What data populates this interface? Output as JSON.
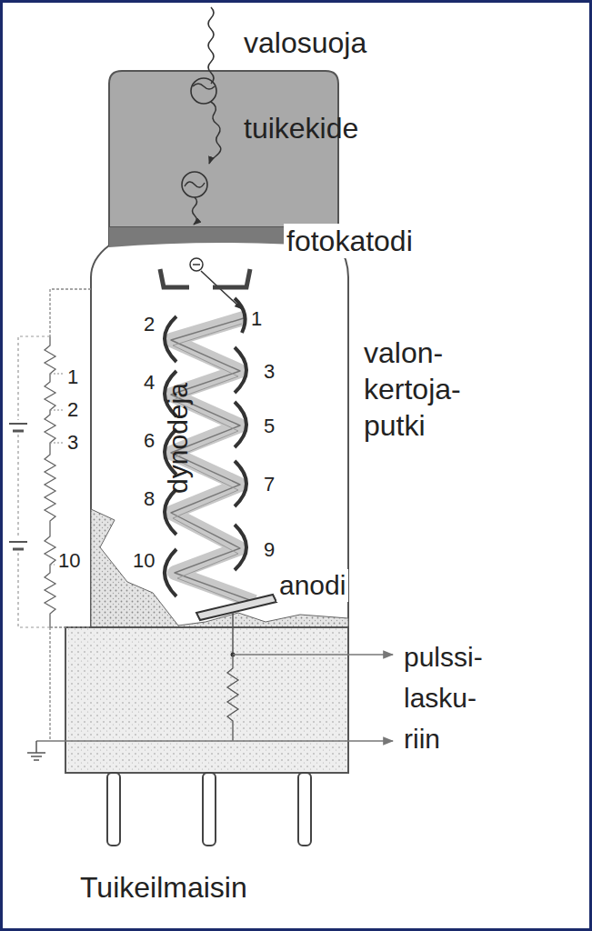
{
  "diagram": {
    "caption": "Tuikeilmaisin",
    "labels": [
      "valosuoja",
      "tuikekide",
      "fotokatodi",
      "valon- kertoja- putki",
      "dynodeja",
      "1",
      "2",
      "3",
      "4",
      "5",
      "6",
      "7",
      "8",
      "9",
      "10",
      "anodi",
      "1",
      "2",
      "3",
      "10",
      "pulssi- lasku- riin"
    ]
  }
}
